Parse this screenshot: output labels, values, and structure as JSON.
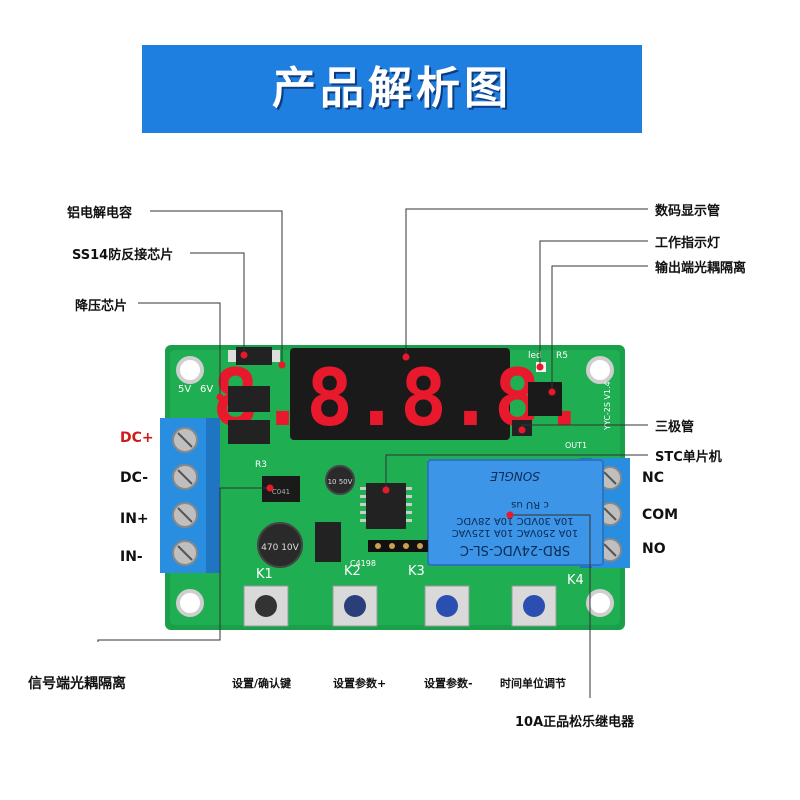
{
  "title": "产品解析图",
  "labels": {
    "aluminum_capacitor": "铝电解电容",
    "ss14_chip": "SS14防反接芯片",
    "buck_chip": "降压芯片",
    "digital_display": "数码显示管",
    "work_indicator": "工作指示灯",
    "output_optocoupler": "输出端光耦隔离",
    "transistor": "三极管",
    "stc_mcu": "STC单片机",
    "signal_optocoupler": "信号端光耦隔离",
    "relay": "10A正品松乐继电器",
    "btn_set_confirm": "设置/确认键",
    "btn_param_plus": "设置参数+",
    "btn_param_minus": "设置参数-",
    "btn_time_unit": "时间单位调节"
  },
  "terminals": {
    "dc_plus": "DC+",
    "dc_minus": "DC-",
    "in_plus": "IN+",
    "in_minus": "IN-",
    "nc": "NC",
    "com": "COM",
    "no": "NO"
  },
  "board_marks": {
    "display_digits": "8.8.8.8.",
    "relay_model": "SRD-24VDC-SL-C",
    "relay_rating_1": "10A 250VAC 10A 125VAC",
    "relay_rating_2": "10A 30VDC 10A 28VDC",
    "relay_brand": "SONGLE",
    "relay_cert": "c RU us",
    "cap_value": "470 10V",
    "cap_small": "10 50V",
    "k1": "K1",
    "k2": "K2",
    "k3": "K3",
    "k4": "K4",
    "led_label": "led",
    "r5": "R5",
    "r3": "R3",
    "v5": "5V",
    "v6": "6V",
    "out1": "OUT1",
    "version": "YYC-2S V1.4",
    "c041": "C041",
    "ic_mark": "C4198"
  },
  "colors": {
    "banner": "#1f7fe0",
    "pcb": "#1a9f4a",
    "terminal": "#2a8ee0",
    "relay": "#3c95e6",
    "display": "#1a1a1a",
    "segment": "#e8192c",
    "accent_red": "#d01919"
  }
}
